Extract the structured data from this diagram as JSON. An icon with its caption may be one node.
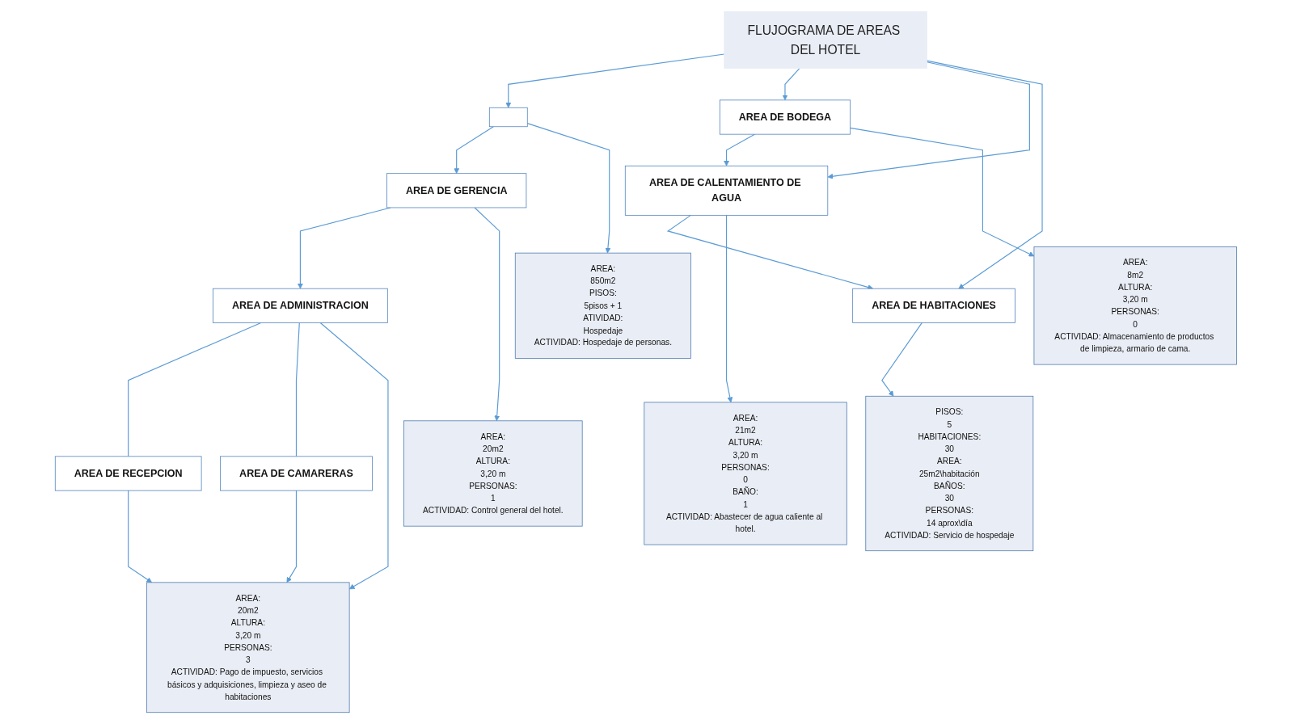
{
  "diagram": {
    "nodes": [
      {
        "text": [
          "FLUJOGRAMA DE AREAS DEL HOTEL"
        ]
      },
      {
        "text": [],
        "shape": "box"
      },
      {
        "text": [
          "AREA DE GERENCIA"
        ]
      },
      {
        "text": [
          "AREA DE ADMINISTRACION"
        ]
      },
      {
        "text": [
          "AREA DE RECEPCION"
        ]
      },
      {
        "text": [
          "AREA DE CAMARERAS"
        ]
      },
      {
        "text": [
          "AREA DE BODEGA"
        ]
      },
      {
        "text": [
          "AREA DE CALENTAMIENTO DE AGUA"
        ]
      },
      {
        "text": [
          "AREA DE HABITACIONES"
        ]
      },
      {
        "text": [
          "AREA:",
          "850m2",
          "PISOS:",
          "5pisos + 1",
          "ATIVIDAD:",
          "Hospedaje",
          "ACTIVIDAD: Hospedaje de personas."
        ]
      },
      {
        "text": [
          "AREA:",
          "20m2",
          "ALTURA:",
          "3,20 m",
          "PERSONAS:",
          "1",
          "ACTIVIDAD: Control general del hotel."
        ]
      },
      {
        "text": [
          "AREA:",
          "20m2",
          "ALTURA:",
          "3,20 m",
          "PERSONAS:",
          "3",
          "ACTIVIDAD: Pago de impuesto, servicios básicos y adquisiciones, limpieza y aseo de habitaciones"
        ]
      },
      {
        "text": [
          "AREA:",
          "8m2",
          "ALTURA:",
          "3,20 m",
          "PERSONAS:",
          "0",
          "ACTIVIDAD: Almacenamiento de productos de limpieza, armario de cama."
        ]
      },
      {
        "text": [
          "AREA:",
          "21m2",
          "ALTURA:",
          "3,20 m",
          "PERSONAS:",
          "0",
          "BAÑO:",
          "1",
          "ACTIVIDAD: Abastecer de agua caliente al hotel."
        ]
      },
      {
        "text": [
          "PISOS:",
          "5",
          "HABITACIONES:",
          "30",
          "AREA:",
          "25m2\\habitación",
          "BAÑOS:",
          "30",
          "PERSONAS:",
          "14 aprox\\día",
          "ACTIVIDAD: Servicio de hospedaje"
        ]
      }
    ],
    "edges": [
      {
        "from": 0,
        "to": 1,
        "arrow": "to"
      },
      {
        "from": 1,
        "to": 2,
        "arrow": "to"
      },
      {
        "from": 2,
        "to": 3,
        "arrow": "to"
      },
      {
        "from": 3,
        "to": 4,
        "arrow": "none"
      },
      {
        "from": 3,
        "to": 5,
        "arrow": "none"
      },
      {
        "from": 1,
        "to": 9,
        "arrow": "to"
      },
      {
        "from": 2,
        "to": 10,
        "arrow": "to"
      },
      {
        "from": 3,
        "to": 11,
        "arrow": "to"
      },
      {
        "from": 4,
        "to": 11,
        "arrow": "to"
      },
      {
        "from": 5,
        "to": 11,
        "arrow": "to"
      },
      {
        "from": 0,
        "to": 6,
        "arrow": "to"
      },
      {
        "from": 0,
        "to": 7,
        "arrow": "to"
      },
      {
        "from": 0,
        "to": 8,
        "arrow": "to"
      },
      {
        "from": 6,
        "to": 7,
        "arrow": "to"
      },
      {
        "from": 7,
        "to": 8,
        "arrow": "to"
      },
      {
        "from": 6,
        "to": 12,
        "arrow": "to"
      },
      {
        "from": 7,
        "to": 13,
        "arrow": "to"
      },
      {
        "from": 8,
        "to": 14,
        "arrow": "to"
      }
    ]
  }
}
